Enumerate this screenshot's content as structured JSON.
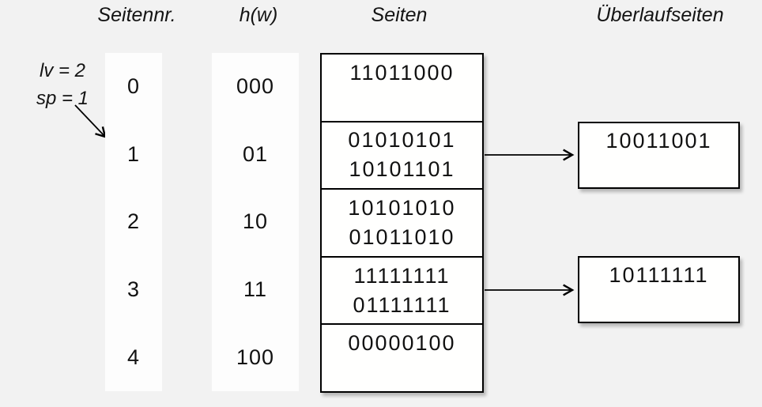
{
  "colors": {
    "background": "#f2f2f2",
    "box_fill": "#ffffff",
    "box_border": "#000000",
    "text": "#111111"
  },
  "headers": {
    "seitennr": "Seitennr.",
    "hw": "h(w)",
    "seiten": "Seiten",
    "ueberlauf": "Überlaufseiten"
  },
  "annotation": {
    "lv": "lv = 2",
    "sp": "sp = 1"
  },
  "page_numbers": [
    "0",
    "1",
    "2",
    "3",
    "4"
  ],
  "hash_values": [
    "000",
    "01",
    "10",
    "11",
    "100"
  ],
  "pages": [
    {
      "line1": "11011000",
      "line2": ""
    },
    {
      "line1": "01010101",
      "line2": "10101101"
    },
    {
      "line1": "10101010",
      "line2": "01011010"
    },
    {
      "line1": "11111111",
      "line2": "01111111"
    },
    {
      "line1": "00000100",
      "line2": ""
    }
  ],
  "overflow_pages": [
    {
      "value": "10011001",
      "attached_to_page": "1"
    },
    {
      "value": "10111111",
      "attached_to_page": "3"
    }
  ]
}
